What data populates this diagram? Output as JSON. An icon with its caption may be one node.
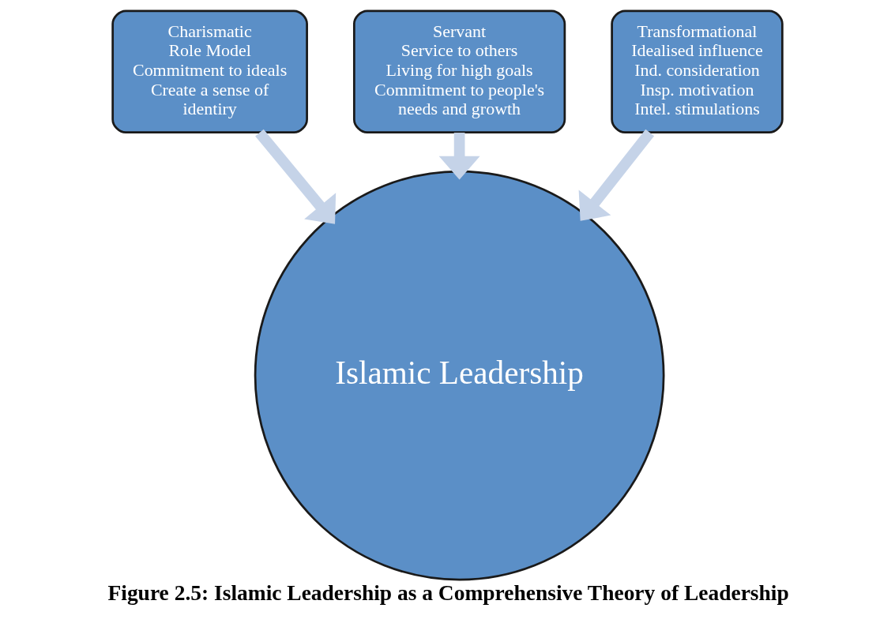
{
  "diagram": {
    "caption": "Figure 2.5: Islamic Leadership as a Comprehensive Theory of Leadership",
    "nodes": [
      {
        "text": [
          "Charismatic",
          "Role Model",
          "Commitment to ideals",
          "Create a sense of identiry"
        ]
      },
      {
        "text": [
          "Servant",
          "Service to others",
          "Living for high goals",
          "Commitment to people's needs and growth"
        ]
      },
      {
        "text": [
          "Transformational",
          "Idealised influence",
          "Ind. consideration",
          "Insp. motivation",
          "Intel. stimulations"
        ]
      },
      {
        "text": [
          "Islamic Leadership"
        ]
      }
    ],
    "edges": [
      {
        "from": 0,
        "to": 3,
        "arrow": "to"
      },
      {
        "from": 1,
        "to": 3,
        "arrow": "to"
      },
      {
        "from": 2,
        "to": 3,
        "arrow": "to"
      }
    ]
  }
}
